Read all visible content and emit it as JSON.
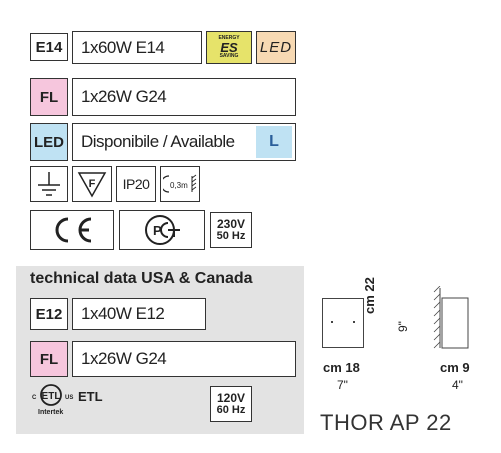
{
  "colors": {
    "fl_pink": "#f6c6dd",
    "led_blue": "#bfe2f3",
    "led_orange": "#f7d9b3",
    "es_yellow": "#e6e36a",
    "panel_gray": "#e3e3e3"
  },
  "rows": {
    "e14": {
      "code": "E14",
      "spec": "1x60W E14",
      "energy_top": "ENERGY",
      "energy_mid": "ES",
      "energy_bottom": "SAVING",
      "led_tag": "LED"
    },
    "fl": {
      "code": "FL",
      "spec": "1x26W G24"
    },
    "led": {
      "code": "LED",
      "spec": "Disponibile / Available",
      "class_letter": "L"
    }
  },
  "symbols": {
    "ip": "IP20",
    "distance": "0,3m",
    "voltage_eu": "230V",
    "freq_eu": "50 Hz",
    "icons": [
      "ground-icon",
      "f-mark-icon",
      "ip20-icon",
      "min-distance-icon",
      "ce-mark-icon",
      "gost-mark-icon"
    ]
  },
  "usa": {
    "heading": "technical data USA & Canada",
    "e12_code": "E12",
    "e12_spec": "1x40W E12",
    "fl_code": "FL",
    "fl_spec": "1x26W G24",
    "etl_c": "C",
    "etl_us": "US",
    "etl_label": "ETL",
    "intertek": "Intertek",
    "voltage_us": "120V",
    "freq_us": "60 Hz"
  },
  "dimensions": {
    "height_cm": "cm 22",
    "height_in": "9\"",
    "width_cm": "cm 18",
    "width_in": "7\"",
    "depth_cm": "cm 9",
    "depth_in": "4\""
  },
  "product_name": "THOR AP 22"
}
